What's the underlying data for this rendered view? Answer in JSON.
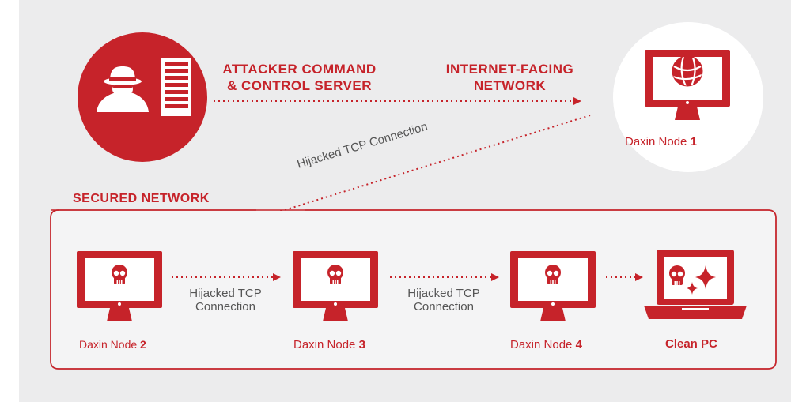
{
  "colors": {
    "accent": "#c6232a",
    "background": "#ececed",
    "text": "#555555"
  },
  "attacker": {
    "icon": "attacker-server-icon",
    "title_line1": "ATTACKER COMMAND",
    "title_line2": "& CONTROL SERVER"
  },
  "internet": {
    "title_line1": "INTERNET-FACING",
    "title_line2": "NETWORK",
    "node_name": "Daxin Node",
    "node_number": "1"
  },
  "secured": {
    "title": "SECURED NETWORK"
  },
  "hijack_diagonal": "Hijacked TCP Connection",
  "connections": [
    {
      "line1": "Hijacked TCP",
      "line2": "Connection"
    },
    {
      "line1": "Hijacked TCP",
      "line2": "Connection"
    }
  ],
  "nodes": [
    {
      "name": "Daxin Node",
      "number": "2",
      "icon": "skull-monitor-icon"
    },
    {
      "name": "Daxin Node",
      "number": "3",
      "icon": "skull-monitor-icon"
    },
    {
      "name": "Daxin Node",
      "number": "4",
      "icon": "skull-monitor-icon"
    },
    {
      "name": "",
      "number": "Clean PC",
      "icon": "skull-laptop-sparkle-icon"
    }
  ]
}
